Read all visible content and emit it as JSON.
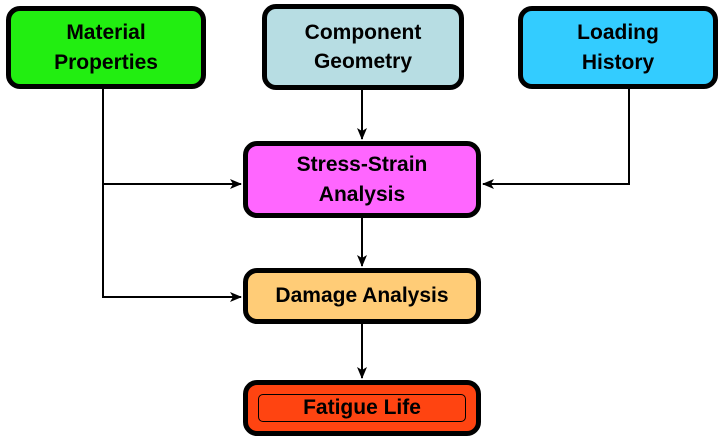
{
  "nodes": {
    "material_properties": {
      "label": "Material\nProperties",
      "color": "#22ee11"
    },
    "component_geometry": {
      "label": "Component\nGeometry",
      "color": "#b7dde3"
    },
    "loading_history": {
      "label": "Loading\nHistory",
      "color": "#33ccff"
    },
    "stress_strain_analysis": {
      "label": "Stress-Strain\nAnalysis",
      "color": "#ff66ff"
    },
    "damage_analysis": {
      "label": "Damage Analysis",
      "color": "#ffcc77"
    },
    "fatigue_life": {
      "label": "Fatigue Life",
      "color": "#ff4411"
    }
  },
  "edges": [
    {
      "from": "material_properties",
      "to": "stress_strain_analysis"
    },
    {
      "from": "material_properties",
      "to": "damage_analysis"
    },
    {
      "from": "component_geometry",
      "to": "stress_strain_analysis"
    },
    {
      "from": "loading_history",
      "to": "stress_strain_analysis"
    },
    {
      "from": "stress_strain_analysis",
      "to": "damage_analysis"
    },
    {
      "from": "damage_analysis",
      "to": "fatigue_life"
    }
  ]
}
